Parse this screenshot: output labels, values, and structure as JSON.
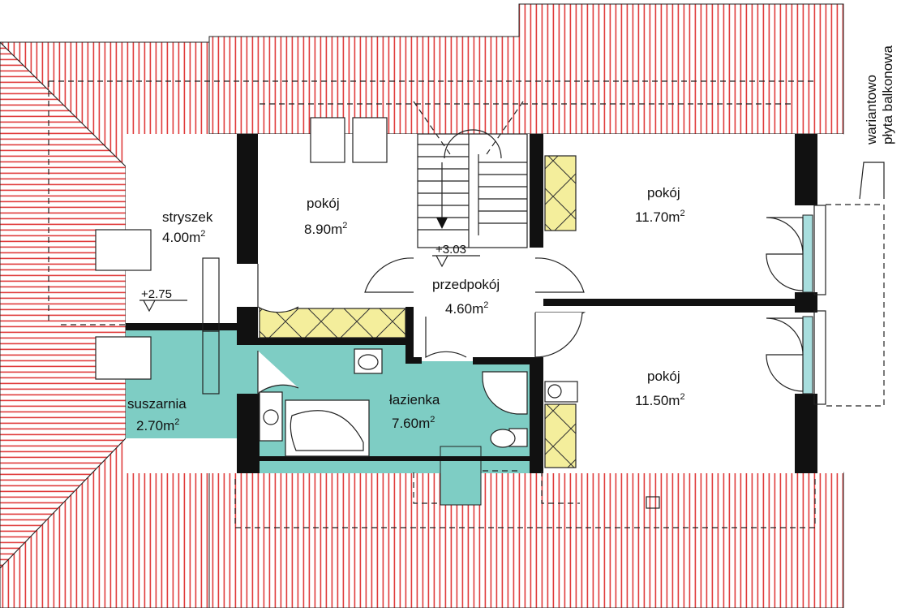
{
  "rooms": [
    {
      "id": "stryszek",
      "name": "stryszek",
      "area": "4.00",
      "unit": "m",
      "sup": "2"
    },
    {
      "id": "pokoj1",
      "name": "pokój",
      "area": "8.90",
      "unit": "m",
      "sup": "2"
    },
    {
      "id": "pokoj2",
      "name": "pokój",
      "area": "11.70",
      "unit": "m",
      "sup": "2"
    },
    {
      "id": "przedpokoj",
      "name": "przedpokój",
      "area": "4.60",
      "unit": "m",
      "sup": "2"
    },
    {
      "id": "suszarnia",
      "name": "suszarnia",
      "area": "2.70",
      "unit": "m",
      "sup": "2"
    },
    {
      "id": "lazienka",
      "name": "łazienka",
      "area": "7.60",
      "unit": "m",
      "sup": "2"
    },
    {
      "id": "pokoj3",
      "name": "pokój",
      "area": "11.50",
      "unit": "m",
      "sup": "2"
    }
  ],
  "levels": [
    {
      "id": "level-303",
      "value": "+3.03"
    },
    {
      "id": "level-275",
      "value": "+2.75"
    }
  ],
  "annotation": {
    "line1": "wariantowo",
    "line2": "płyta balkonowa"
  },
  "colors": {
    "roof": "#e03c3c",
    "roof_bg": "#ffffff",
    "wet_room": "#7ecdc4",
    "wardrobe": "#f4ee9c",
    "wall": "#111111",
    "glass": "#a8dede"
  }
}
